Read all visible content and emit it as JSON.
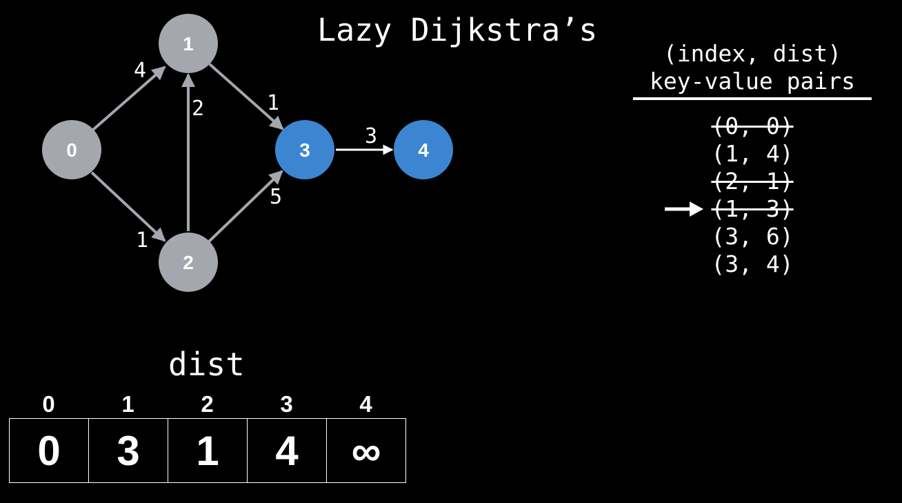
{
  "title": "Lazy Dijkstra’s",
  "graph": {
    "nodes": [
      {
        "id": "0",
        "color": "#a5a7ae"
      },
      {
        "id": "1",
        "color": "#a5a7ae"
      },
      {
        "id": "2",
        "color": "#a5a7ae"
      },
      {
        "id": "3",
        "color": "#3c86d1"
      },
      {
        "id": "4",
        "color": "#3c86d1"
      }
    ],
    "edges": [
      {
        "from": "0",
        "to": "1",
        "weight": "4"
      },
      {
        "from": "0",
        "to": "2",
        "weight": "1"
      },
      {
        "from": "2",
        "to": "1",
        "weight": "2"
      },
      {
        "from": "1",
        "to": "3",
        "weight": "1"
      },
      {
        "from": "2",
        "to": "3",
        "weight": "5"
      },
      {
        "from": "3",
        "to": "4",
        "weight": "3"
      }
    ],
    "edge_color": "#a5a7ae",
    "active_edge_color": "#ffffff"
  },
  "priority_queue": {
    "header_line1": "(index, dist)",
    "header_line2": "key-value pairs",
    "entries": [
      {
        "text": "(0, 0)",
        "struck": true
      },
      {
        "text": "(1, 4)",
        "struck": false
      },
      {
        "text": "(2, 1)",
        "struck": true
      },
      {
        "text": "(1, 3)",
        "struck": true,
        "pointer": true
      },
      {
        "text": "(3, 6)",
        "struck": false
      },
      {
        "text": "(3, 4)",
        "struck": false
      }
    ],
    "pointer_icon": "right-arrow-icon"
  },
  "dist": {
    "title": "dist",
    "indices": [
      "0",
      "1",
      "2",
      "3",
      "4"
    ],
    "values": [
      "0",
      "3",
      "1",
      "4",
      "∞"
    ]
  }
}
